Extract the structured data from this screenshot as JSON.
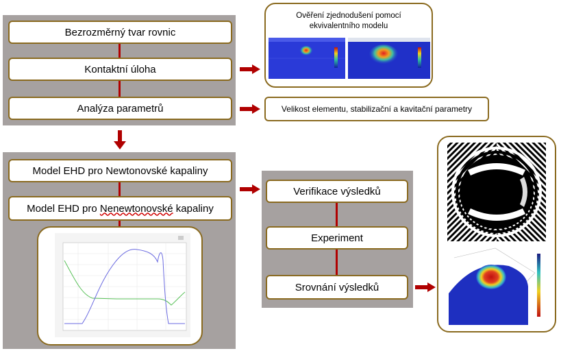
{
  "top": {
    "steps": [
      "Bezrozměrný tvar rovnic",
      "Kontaktní úloha",
      "Analýza parametrů"
    ]
  },
  "bottom": {
    "steps": [
      "Model EHD pro Newtonovské kapaliny",
      "Model EHD pro ",
      "Nenewtonovské",
      " kapaliny"
    ]
  },
  "middle": {
    "steps": [
      "Verifikace výsledků",
      "Experiment",
      "Srovnání výsledků"
    ]
  },
  "callouts": {
    "verification_title_line1": "Ověření zjednodušení pomocí",
    "verification_title_line2": "ekvivalentního modelu",
    "parameters": "Velikost elementu, stabilizační a kavitační parametry"
  },
  "colors": {
    "panel": "#a6a1a0",
    "border": "#8a6a1f",
    "arrow": "#b00000"
  },
  "plot": {
    "series": [
      {
        "color": "#6a6ae0",
        "role": "pressure"
      },
      {
        "color": "#58c058",
        "role": "film thickness"
      }
    ]
  }
}
